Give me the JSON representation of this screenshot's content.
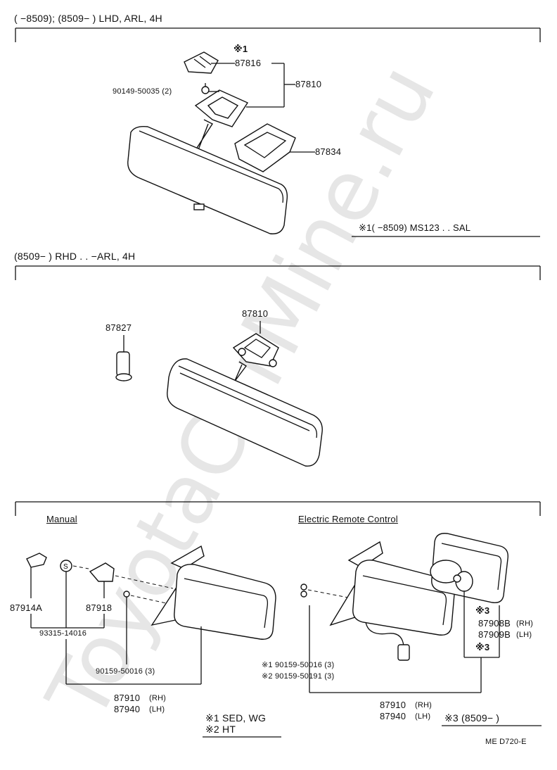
{
  "watermark": "ToyotaCarMine.ru",
  "section1": {
    "header": "(      −8509); (8509−        ) LHD, ARL, 4H",
    "note_mark": "※1",
    "p87816": "87816",
    "p87810": "87810",
    "screw": "90149-50035 (2)",
    "p87834": "87834",
    "footnote": "※1(        −8509) MS123 . . SAL"
  },
  "section2": {
    "header": "(8509−        ) RHD . . −ARL, 4H",
    "p87827": "87827",
    "p87810": "87810"
  },
  "section3": {
    "manual_title": "Manual",
    "electric_title": "Electric Remote Control",
    "p87914A": "87914A",
    "p87918": "87918",
    "p93315": "93315-14016",
    "screw_manual": "90159-50016 (3)",
    "rh_manual": "87910",
    "lh_manual": "87940",
    "rh_tag": "(RH)",
    "lh_tag": "(LH)",
    "screw_e1": "※1 90159-50016 (3)",
    "screw_e2": "※2 90159-50191 (3)",
    "mark3a": "※3",
    "p87908B": "87908B",
    "p87909B": "87909B",
    "mark3b": "※3",
    "rh_electric": "87910",
    "lh_electric": "87940",
    "note1": "※1 SED, WG",
    "note2": "※2 HT",
    "note3": "※3 (8509−        )",
    "code": "ME  D720-E"
  }
}
